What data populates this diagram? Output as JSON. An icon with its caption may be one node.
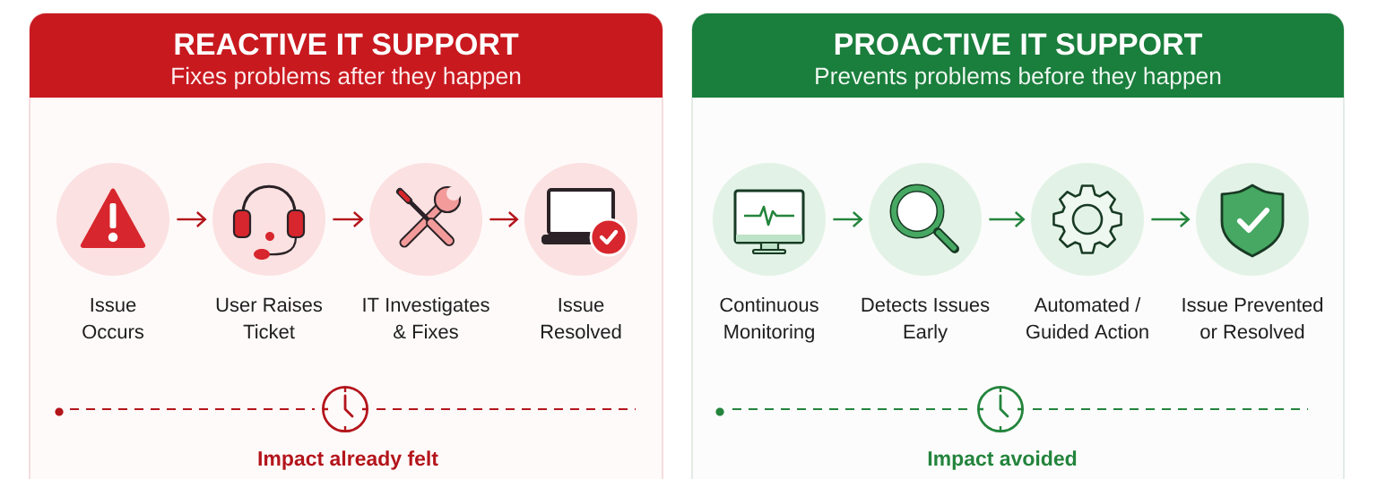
{
  "diagram": {
    "nodes": [
      {
        "text": [
          "REACTIVE IT SUPPORT",
          "Fixes problems after they happen"
        ]
      },
      {
        "text": [
          "Issue Occurs"
        ],
        "in": 0
      },
      {
        "text": [
          "User Raises Ticket"
        ],
        "in": 0
      },
      {
        "text": [
          "IT Investigates & Fixes"
        ],
        "in": 0
      },
      {
        "text": [
          "Issue Resolved"
        ],
        "in": 0
      },
      {
        "text": [
          "PROACTIVE IT SUPPORT",
          "Prevents problems before they happen"
        ]
      },
      {
        "text": [
          "Continuous Monitoring"
        ],
        "in": 5
      },
      {
        "text": [
          "Detects Issues Early"
        ],
        "in": 5
      },
      {
        "text": [
          "Automated / Guided Action"
        ],
        "in": 5
      },
      {
        "text": [
          "Issue Prevented or Resolved"
        ],
        "in": 5
      }
    ],
    "edges": [
      {
        "from": 1,
        "to": 2,
        "arrow": "to",
        "color": "#b3151b"
      },
      {
        "from": 2,
        "to": 3,
        "arrow": "to",
        "color": "#b3151b"
      },
      {
        "from": 3,
        "to": 4,
        "arrow": "to",
        "color": "#b3151b"
      },
      {
        "from": 6,
        "to": 7,
        "arrow": "to",
        "color": "#23843c"
      },
      {
        "from": 7,
        "to": 8,
        "arrow": "to",
        "color": "#23843c"
      },
      {
        "from": 8,
        "to": 9,
        "arrow": "to",
        "color": "#23843c"
      }
    ],
    "labels": [
      "Impact already felt",
      "Impact avoided"
    ]
  }
}
